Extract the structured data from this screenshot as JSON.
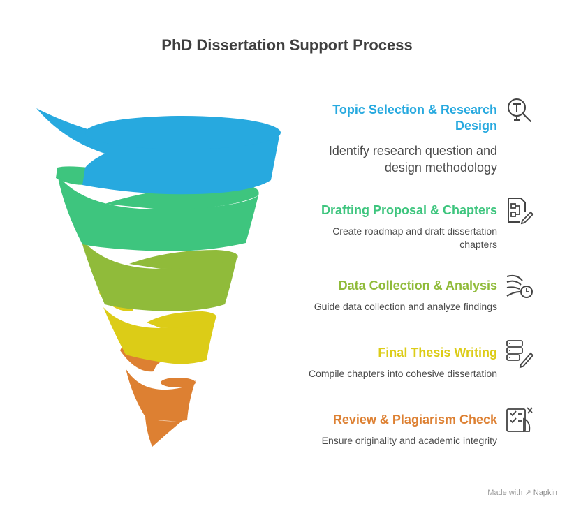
{
  "title": "PhD Dissertation Support Process",
  "colors": {
    "blue": "#27a9df",
    "green": "#3ec57e",
    "lime": "#90bb3a",
    "yellow": "#dccc17",
    "orange": "#dd8032",
    "text": "#4a4a4a"
  },
  "steps": [
    {
      "title": "Topic Selection & Research Design",
      "title_line1": "Topic Selection & Research",
      "title_line2": "Design",
      "desc_line1": "Identify research question and",
      "desc_line2": "design methodology",
      "icon": "magnifier-text-icon"
    },
    {
      "title": "Drafting Proposal & Chapters",
      "desc_line1": "Create roadmap and draft dissertation",
      "desc_line2": "chapters",
      "icon": "document-edit-icon"
    },
    {
      "title": "Data Collection & Analysis",
      "desc_line1": "Guide data collection and analyze findings",
      "icon": "data-flow-clock-icon"
    },
    {
      "title": "Final Thesis Writing",
      "desc_line1": "Compile chapters into cohesive dissertation",
      "icon": "list-pencil-icon"
    },
    {
      "title": "Review & Plagiarism Check",
      "desc_line1": "Ensure originality and academic integrity",
      "icon": "checklist-review-icon"
    }
  ],
  "footer": {
    "prefix": "Made with",
    "brand": "Napkin"
  }
}
